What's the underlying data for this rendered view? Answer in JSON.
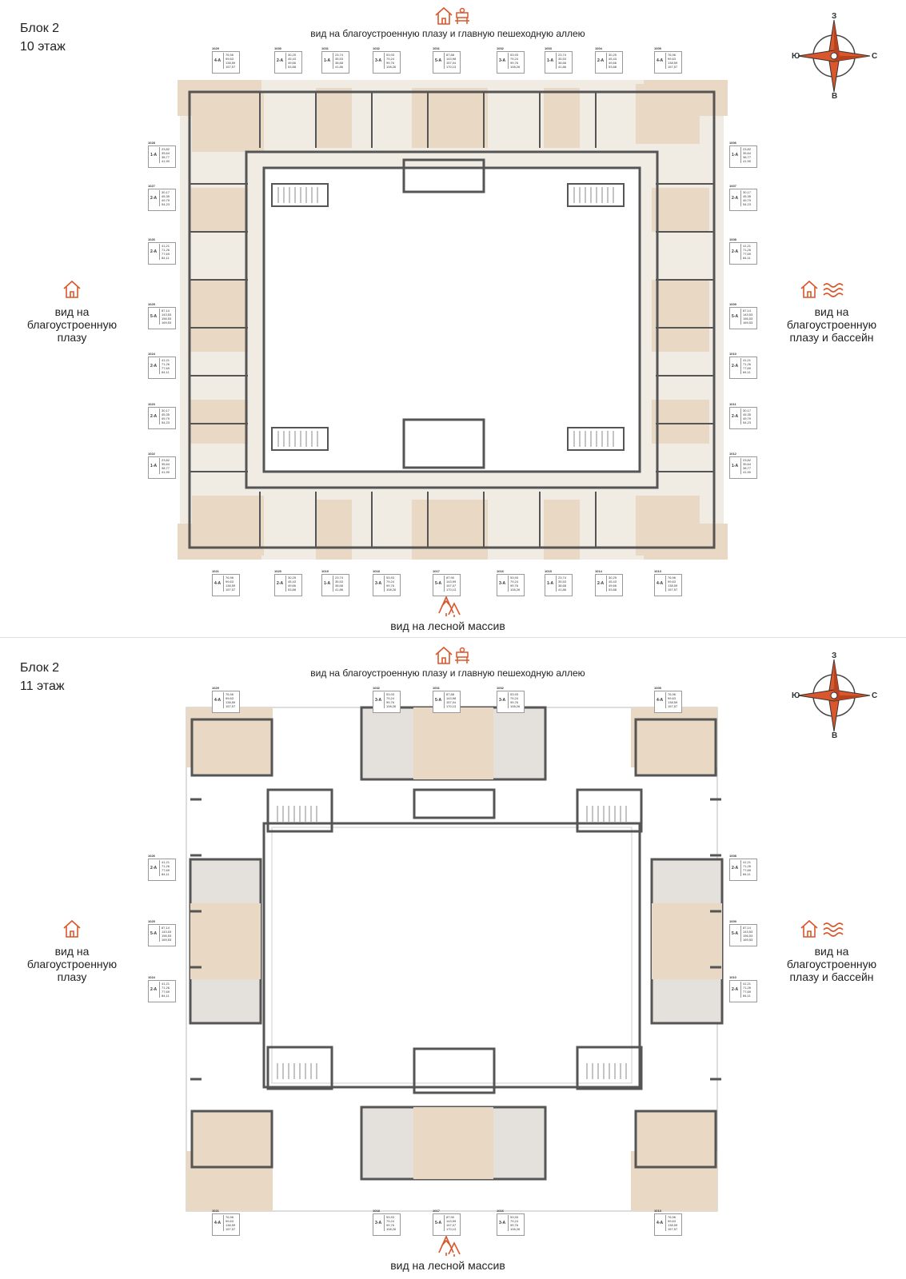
{
  "floors": [
    {
      "title_block": "Блок 2",
      "title_floor": "10 этаж",
      "view_top": "вид на благоустроенную плазу и главную пешеходную аллею",
      "view_left": [
        "вид на",
        "благоустроенную",
        "плазу"
      ],
      "view_right": [
        "вид на",
        "благоустроенную",
        "плазу и бассейн"
      ],
      "view_bottom": "вид на лесной массив",
      "compass": {
        "n": "З",
        "s": "В",
        "w": "Ю",
        "e": "С"
      },
      "apartments_top": [
        {
          "num": "1029",
          "type": "4-А",
          "vals": [
            "76,96",
            "99,63",
            "138,59",
            "157,57"
          ]
        },
        {
          "num": "1030",
          "type": "2-А",
          "vals": [
            "30,25",
            "45,43",
            "49,66",
            "53,88"
          ]
        },
        {
          "num": "1031",
          "type": "1-А",
          "vals": [
            "23,74",
            "35,53",
            "38,68",
            "41,86"
          ]
        },
        {
          "num": "1032",
          "type": "3-А",
          "vals": [
            "53,93",
            "79,24",
            "99,76",
            "108,26"
          ]
        },
        {
          "num": "1001",
          "type": "5-А",
          "vals": [
            "87,88",
            "143,98",
            "157,04",
            "170,13"
          ]
        },
        {
          "num": "1002",
          "type": "3-А",
          "vals": [
            "53,93",
            "79,24",
            "99,76",
            "108,26"
          ]
        },
        {
          "num": "1003",
          "type": "1-А",
          "vals": [
            "23,74",
            "35,53",
            "38,68",
            "41,86"
          ]
        },
        {
          "num": "1004",
          "type": "2-А",
          "vals": [
            "30,25",
            "45,43",
            "49,66",
            "53,88"
          ]
        },
        {
          "num": "1005",
          "type": "4-А",
          "vals": [
            "76,96",
            "99,63",
            "138,59",
            "157,57"
          ]
        }
      ],
      "apartments_left": [
        {
          "num": "1028",
          "type": "1-А",
          "vals": [
            "23,82",
            "35,64",
            "38,77",
            "41,90"
          ]
        },
        {
          "num": "1027",
          "type": "2-А",
          "vals": [
            "30,17",
            "45,35",
            "49,79",
            "54,23"
          ]
        },
        {
          "num": "1026",
          "type": "2-А",
          "vals": [
            "41,21",
            "71,26",
            "77,69",
            "84,11"
          ]
        },
        {
          "num": "1025",
          "type": "5-А",
          "vals": [
            "87,14",
            "143,53",
            "156,53",
            "169,53"
          ]
        },
        {
          "num": "1024",
          "type": "2-А",
          "vals": [
            "41,21",
            "71,26",
            "77,69",
            "84,11"
          ]
        },
        {
          "num": "1023",
          "type": "2-А",
          "vals": [
            "30,17",
            "45,35",
            "49,79",
            "54,23"
          ]
        },
        {
          "num": "1022",
          "type": "1-А",
          "vals": [
            "23,82",
            "35,64",
            "38,77",
            "41,90"
          ]
        }
      ],
      "apartments_right": [
        {
          "num": "1006",
          "type": "1-А",
          "vals": [
            "23,82",
            "35,64",
            "38,77",
            "41,90"
          ]
        },
        {
          "num": "1007",
          "type": "2-А",
          "vals": [
            "30,17",
            "45,35",
            "49,79",
            "54,23"
          ]
        },
        {
          "num": "1008",
          "type": "2-А",
          "vals": [
            "41,21",
            "71,26",
            "77,69",
            "84,11"
          ]
        },
        {
          "num": "1009",
          "type": "5-А",
          "vals": [
            "87,14",
            "143,53",
            "156,53",
            "169,53"
          ]
        },
        {
          "num": "1010",
          "type": "2-А",
          "vals": [
            "41,21",
            "71,26",
            "77,69",
            "84,11"
          ]
        },
        {
          "num": "1011",
          "type": "2-А",
          "vals": [
            "30,17",
            "45,35",
            "49,79",
            "54,23"
          ]
        },
        {
          "num": "1012",
          "type": "1-А",
          "vals": [
            "23,82",
            "35,64",
            "38,77",
            "41,90"
          ]
        }
      ],
      "apartments_bottom": [
        {
          "num": "1021",
          "type": "4-А",
          "vals": [
            "76,96",
            "99,63",
            "138,59",
            "157,57"
          ]
        },
        {
          "num": "1020",
          "type": "2-А",
          "vals": [
            "30,25",
            "45,43",
            "49,66",
            "53,88"
          ]
        },
        {
          "num": "1019",
          "type": "1-А",
          "vals": [
            "23,74",
            "35,53",
            "38,68",
            "41,86"
          ]
        },
        {
          "num": "1018",
          "type": "3-А",
          "vals": [
            "53,93",
            "79,24",
            "99,76",
            "108,26"
          ]
        },
        {
          "num": "1017",
          "type": "5-А",
          "vals": [
            "87,90",
            "143,99",
            "157,07",
            "170,13"
          ]
        },
        {
          "num": "1016",
          "type": "3-А",
          "vals": [
            "53,93",
            "79,24",
            "99,76",
            "108,26"
          ]
        },
        {
          "num": "1015",
          "type": "1-А",
          "vals": [
            "23,74",
            "35,53",
            "38,68",
            "41,86"
          ]
        },
        {
          "num": "1014",
          "type": "2-А",
          "vals": [
            "30,25",
            "45,43",
            "49,66",
            "53,88"
          ]
        },
        {
          "num": "1013",
          "type": "4-А",
          "vals": [
            "76,96",
            "99,63",
            "138,59",
            "157,57"
          ]
        }
      ]
    },
    {
      "title_block": "Блок 2",
      "title_floor": "11 этаж",
      "view_top": "вид на благоустроенную плазу и главную пешеходную аллею",
      "view_left": [
        "вид на",
        "благоустроенную",
        "плазу"
      ],
      "view_right": [
        "вид на",
        "благоустроенную",
        "плазу и бассейн"
      ],
      "view_bottom": "вид на лесной массив",
      "compass": {
        "n": "З",
        "s": "В",
        "w": "Ю",
        "e": "С"
      },
      "apartments_top": [
        {
          "num": "1029",
          "type": "4-А",
          "vals": [
            "76,96",
            "99,63",
            "138,59",
            "157,57"
          ]
        },
        {
          "num": "1032",
          "type": "3-А",
          "vals": [
            "53,93",
            "79,24",
            "99,76",
            "108,26"
          ]
        },
        {
          "num": "1001",
          "type": "5-А",
          "vals": [
            "87,88",
            "143,98",
            "157,04",
            "170,13"
          ]
        },
        {
          "num": "1002",
          "type": "3-А",
          "vals": [
            "53,93",
            "79,24",
            "99,76",
            "108,26"
          ]
        },
        {
          "num": "1005",
          "type": "4-А",
          "vals": [
            "76,96",
            "99,63",
            "138,59",
            "157,57"
          ]
        }
      ],
      "apartments_left": [
        {
          "num": "1026",
          "type": "2-А",
          "vals": [
            "41,21",
            "71,26",
            "77,69",
            "84,11"
          ]
        },
        {
          "num": "1025",
          "type": "5-А",
          "vals": [
            "87,14",
            "143,53",
            "156,53",
            "169,53"
          ]
        },
        {
          "num": "1024",
          "type": "2-А",
          "vals": [
            "41,21",
            "71,26",
            "77,69",
            "84,11"
          ]
        }
      ],
      "apartments_right": [
        {
          "num": "1008",
          "type": "2-А",
          "vals": [
            "41,21",
            "71,26",
            "77,69",
            "84,11"
          ]
        },
        {
          "num": "1009",
          "type": "5-А",
          "vals": [
            "87,14",
            "143,53",
            "156,53",
            "169,53"
          ]
        },
        {
          "num": "1010",
          "type": "2-А",
          "vals": [
            "41,21",
            "71,26",
            "77,69",
            "84,11"
          ]
        }
      ],
      "apartments_bottom": [
        {
          "num": "1021",
          "type": "4-А",
          "vals": [
            "76,96",
            "99,63",
            "138,59",
            "157,57"
          ]
        },
        {
          "num": "1018",
          "type": "3-А",
          "vals": [
            "53,93",
            "79,24",
            "99,76",
            "108,26"
          ]
        },
        {
          "num": "1017",
          "type": "5-А",
          "vals": [
            "87,90",
            "143,99",
            "157,07",
            "170,13"
          ]
        },
        {
          "num": "1016",
          "type": "3-А",
          "vals": [
            "53,93",
            "79,24",
            "99,76",
            "108,26"
          ]
        },
        {
          "num": "1013",
          "type": "4-А",
          "vals": [
            "76,96",
            "99,63",
            "138,59",
            "157,57"
          ]
        }
      ]
    }
  ],
  "colors": {
    "accent": "#d9572b",
    "wall": "#555555",
    "apt_beige": "#e8d8c4",
    "apt_light": "#f0ebe3",
    "apt_grey": "#e4e0db"
  }
}
